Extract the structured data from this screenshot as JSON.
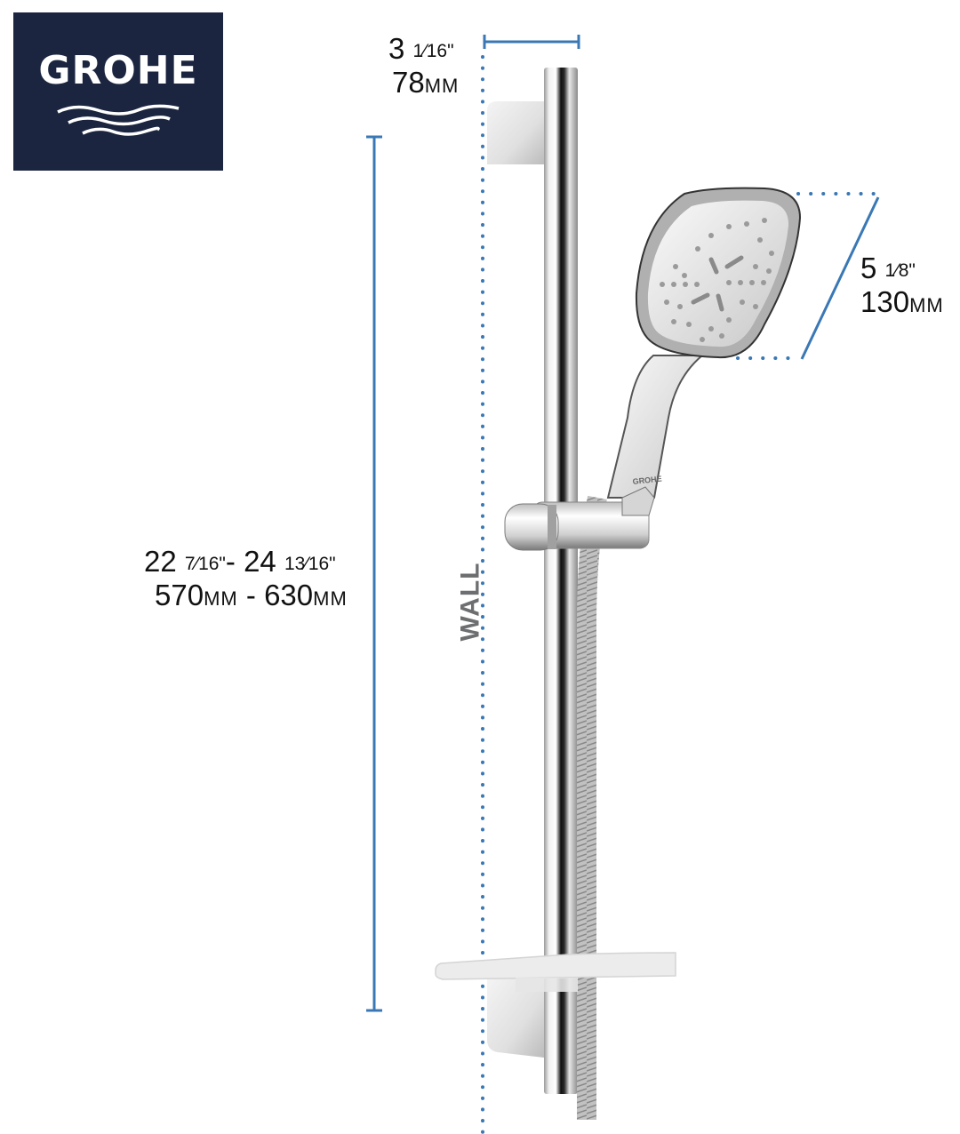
{
  "brand": {
    "logo_text": "GROHE",
    "logo_bg": "#1b2540",
    "logo_fg": "#ffffff"
  },
  "annotation_color": "#3a78b5",
  "dimensions": {
    "depth": {
      "inch_whole": "3",
      "inch_frac": "1⁄16\"",
      "mm_value": "78",
      "mm_unit": "MM"
    },
    "head_width": {
      "inch_whole": "5",
      "inch_frac": "1⁄8\"",
      "mm_value": "130",
      "mm_unit": "MM"
    },
    "rail_length": {
      "inch_min_whole": "22",
      "inch_min_frac": "7⁄16\"",
      "separator": "-",
      "inch_max_whole": "24",
      "inch_max_frac": "13⁄16\"",
      "mm_min": "570",
      "mm_max": "630",
      "mm_unit": "MM",
      "mm_separator": "-"
    }
  },
  "labels": {
    "wall": "WALL",
    "handset_brand": "GROHE"
  },
  "components": [
    "wall-bracket-top",
    "shower-rail",
    "hand-shower",
    "slider-holder",
    "metal-hose",
    "soap-shelf",
    "wall-bracket-bottom"
  ]
}
